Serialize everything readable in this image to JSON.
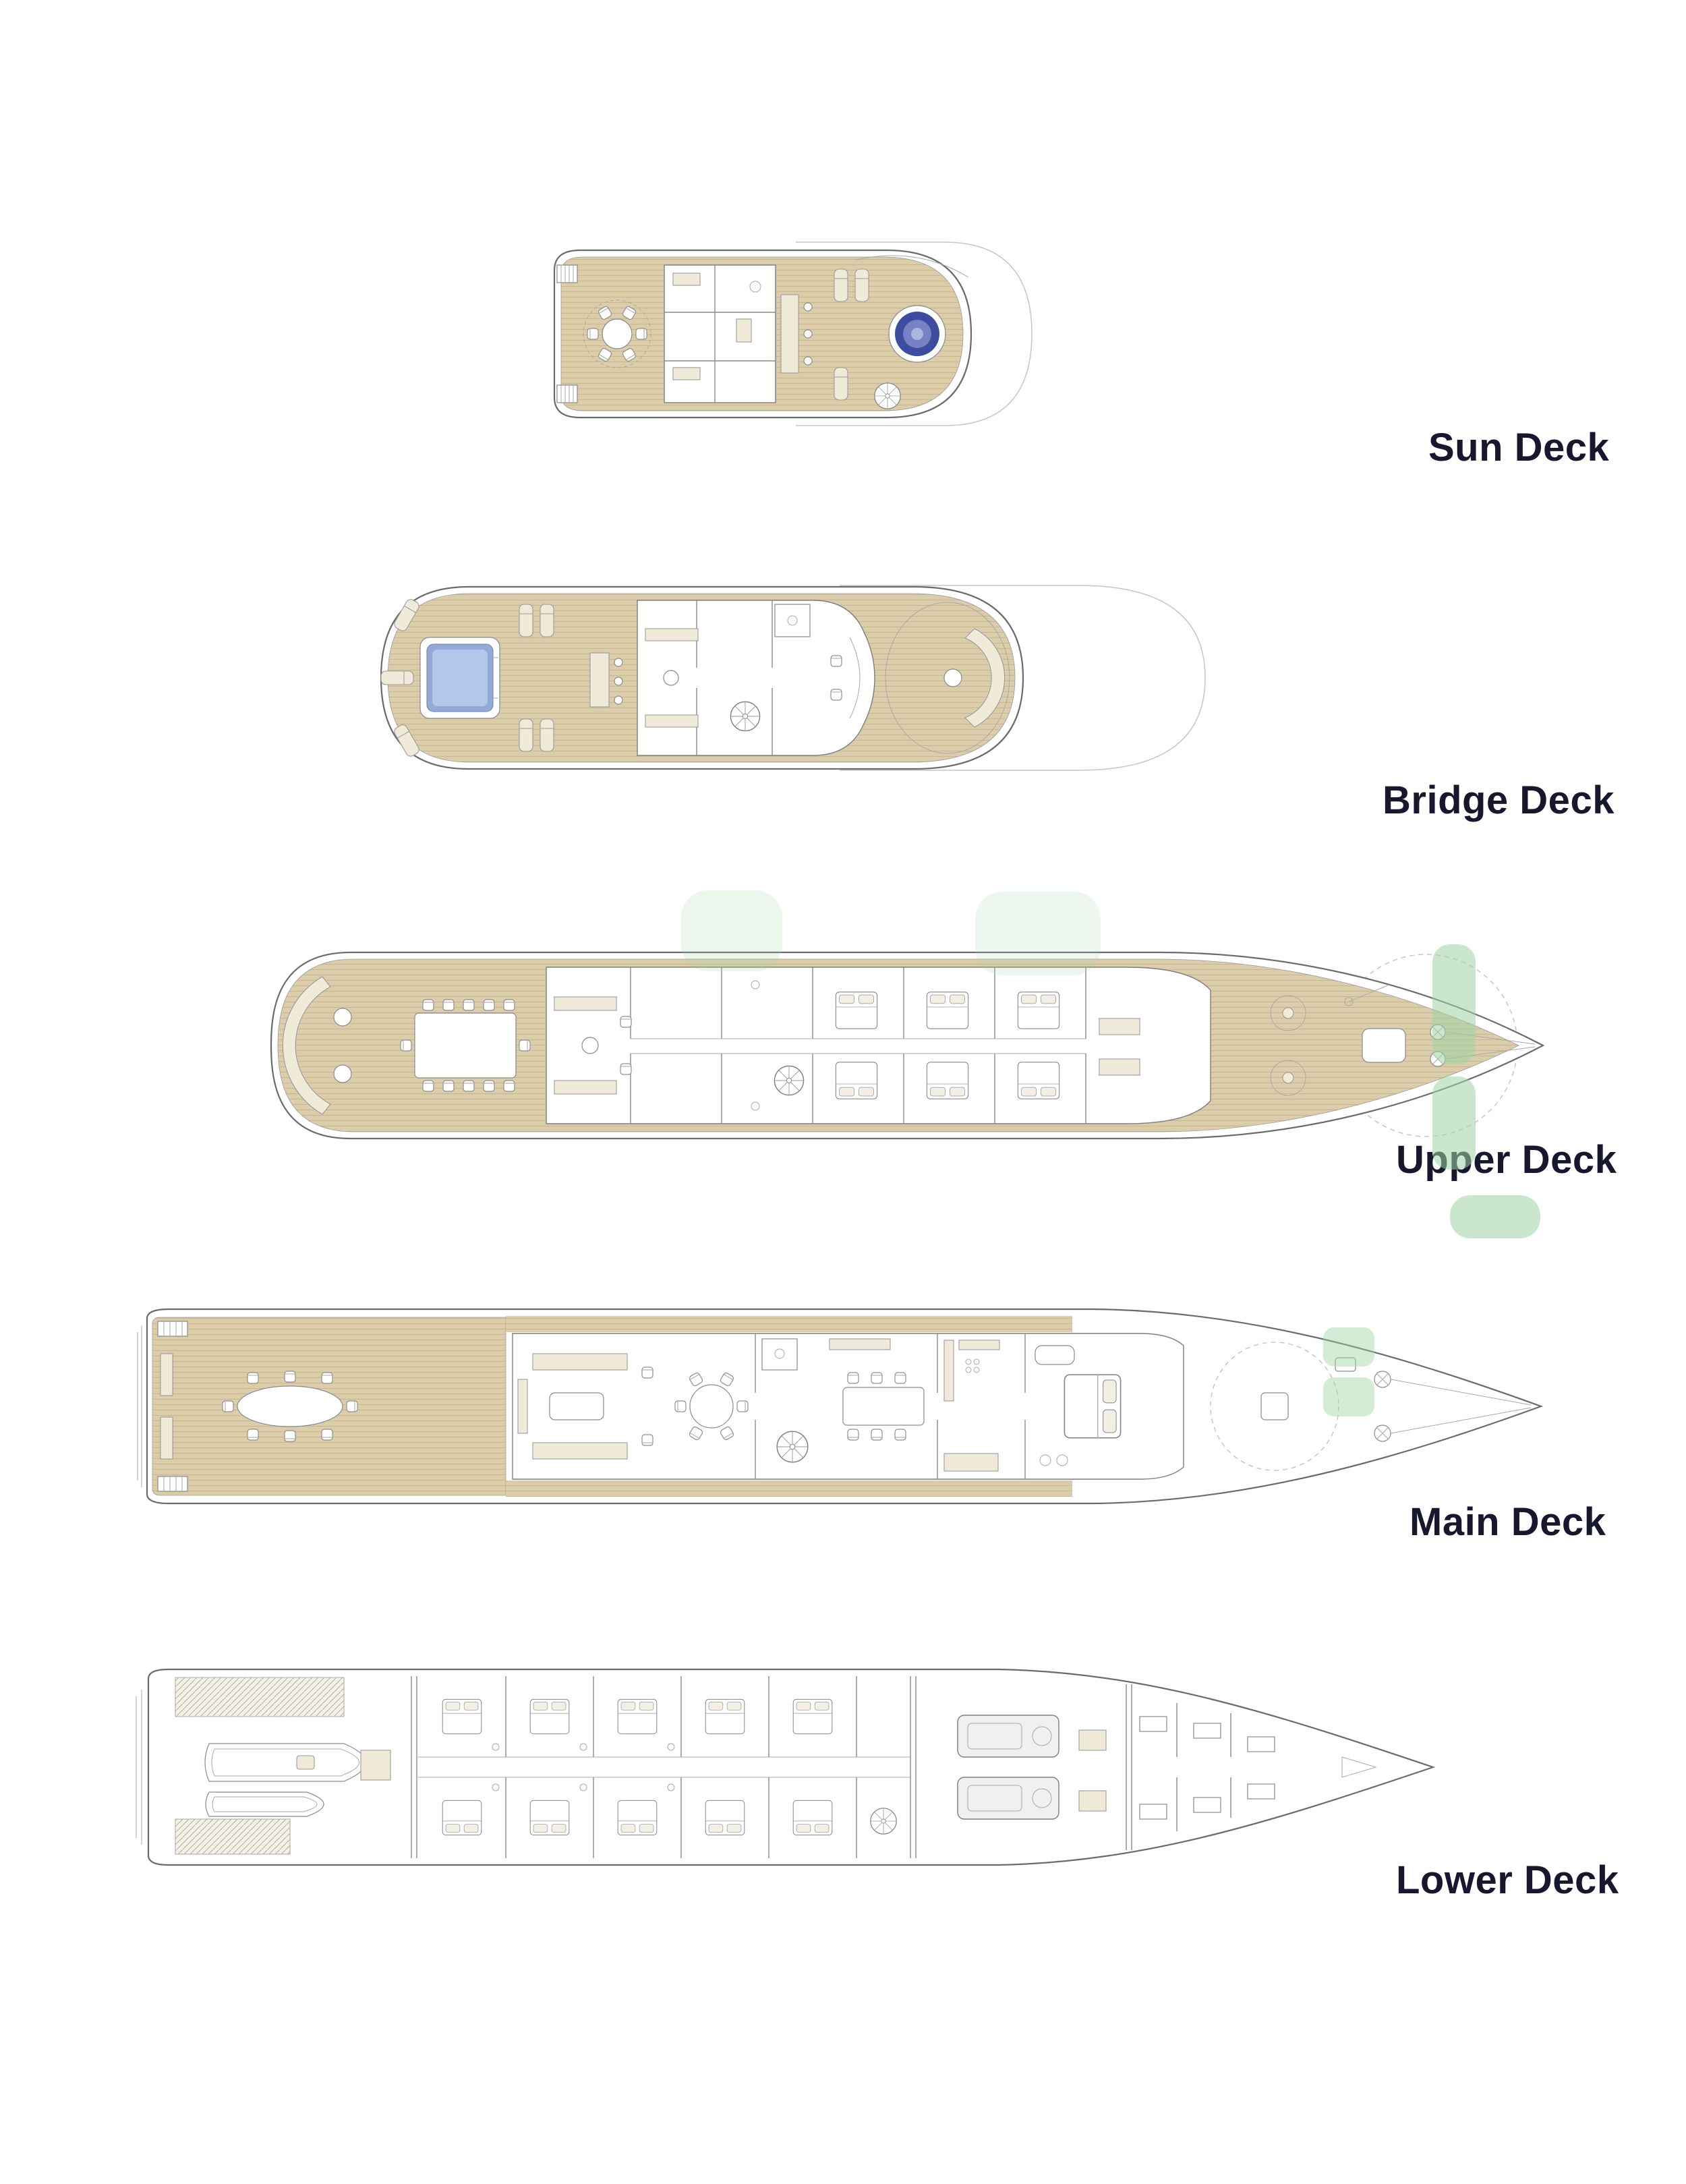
{
  "page": {
    "background_color": "#ffffff",
    "type": "yacht-deck-plans"
  },
  "decks": [
    {
      "id": "sun-deck",
      "label": "Sun Deck"
    },
    {
      "id": "bridge-deck",
      "label": "Bridge Deck"
    },
    {
      "id": "upper-deck",
      "label": "Upper Deck"
    },
    {
      "id": "main-deck",
      "label": "Main Deck"
    },
    {
      "id": "lower-deck",
      "label": "Lower Deck"
    }
  ],
  "colors": {
    "teak_deck": "#dccdaa",
    "hull_line": "#6b6b6b",
    "pool_water": "#a9bfe6",
    "jacuzzi_water": "#3d4c9e",
    "watermark_green": "#9ed4a4",
    "label_text": "#17172e"
  },
  "icons": {
    "pool": "pool-icon",
    "jacuzzi": "jacuzzi-icon",
    "spiral_staircase": "spiral-stairs-icon",
    "tender": "tender-boat-icon",
    "engines": "engine-icon"
  }
}
